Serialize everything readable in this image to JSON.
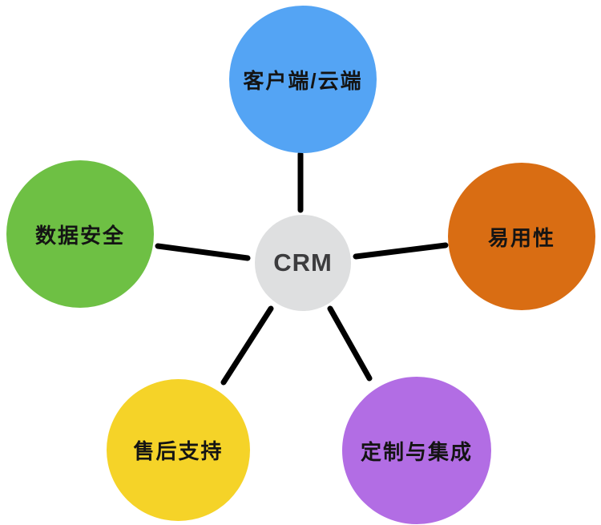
{
  "diagram": {
    "type": "radial-mind-map",
    "background_color": "#ffffff",
    "connector_color": "#000000",
    "node_label_color": "#141414",
    "center": {
      "label": "CRM",
      "color": "#dedfe0",
      "text_color": "#3c3c3e"
    },
    "nodes": [
      {
        "id": "client-cloud",
        "label": "客户端/云端",
        "color": "#54a4f4",
        "position": "top"
      },
      {
        "id": "data-security",
        "label": "数据安全",
        "color": "#6ec044",
        "position": "left"
      },
      {
        "id": "ease-of-use",
        "label": "易用性",
        "color": "#d96d13",
        "position": "right"
      },
      {
        "id": "after-sales-support",
        "label": "售后支持",
        "color": "#f5d328",
        "position": "bottom-left"
      },
      {
        "id": "customization-integration",
        "label": "定制与集成",
        "color": "#b26de4",
        "position": "bottom-right"
      }
    ]
  }
}
